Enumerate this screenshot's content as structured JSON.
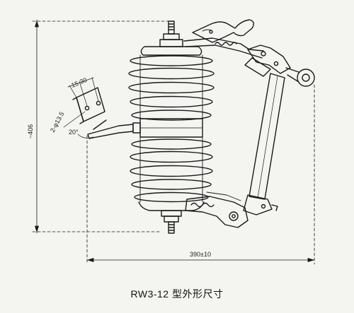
{
  "caption": "RW3-12 型外形尺寸",
  "dimensions": {
    "height": "~406",
    "width": "390±10",
    "bracket_a": "15",
    "bracket_b": "30",
    "holes": "2-φ13.5",
    "angle": "20°"
  },
  "colors": {
    "line": "#1a1a1a",
    "background": "#f4f4f1"
  }
}
